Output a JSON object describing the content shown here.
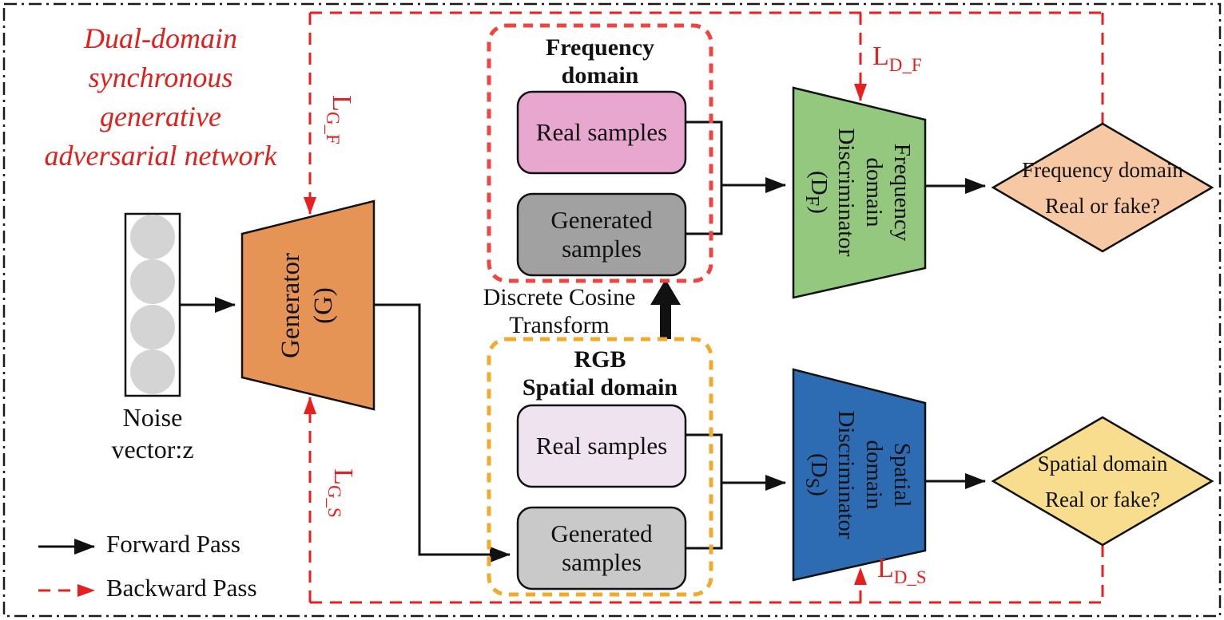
{
  "title": {
    "lines": [
      "Dual-domain",
      "synchronous",
      "generative",
      "adversarial network"
    ]
  },
  "noise": {
    "line1": "Noise",
    "line2": "vector:z"
  },
  "generator": {
    "line1": "Generator",
    "line2": "(G)"
  },
  "dct": {
    "line1": "Discrete Cosine",
    "line2": "Transform"
  },
  "freq_group": {
    "title_line1": "Frequency",
    "title_line2": "domain",
    "real_label": "Real samples",
    "generated_line1": "Generated",
    "generated_line2": "samples"
  },
  "spatial_group": {
    "title_line1": "RGB",
    "title_line2": "Spatial domain",
    "real_label": "Real samples",
    "generated_line1": "Generated",
    "generated_line2": "samples"
  },
  "disc_f": {
    "line1": "Frequency",
    "line2": "domain",
    "line3": "Discriminator",
    "line4_pre": "(D",
    "line4_sub": "F",
    "line4_post": ")"
  },
  "disc_s": {
    "line1": "Spatial",
    "line2": "domain",
    "line3": "Discriminator",
    "line4_pre": "(D",
    "line4_sub": "S",
    "line4_post": ")"
  },
  "diamond_f": {
    "line1": "Frequency domain",
    "line2": "Real or fake?"
  },
  "diamond_s": {
    "line1": "Spatial domain",
    "line2": "Real or fake?"
  },
  "losses": {
    "lgf": {
      "main": "L",
      "sub": "G_F"
    },
    "lgs": {
      "main": "L",
      "sub": "G_S"
    },
    "ldf": {
      "main": "L",
      "sub": "D_F"
    },
    "lds": {
      "main": "L",
      "sub": "D_S"
    }
  },
  "legend": {
    "forward": "Forward Pass",
    "backward": "Backward Pass"
  },
  "colors": {
    "title_red": "#e0201c",
    "backward_red": "#e71f1f",
    "freq_group_border": "#ef4440",
    "spatial_group_border": "#f0ab2d",
    "generator": "#e69455",
    "disc_frequency": "#94c87e",
    "disc_spatial": "#2d6cb3",
    "diamond_frequency": "#f6c8a3",
    "diamond_spatial": "#f7dd8d",
    "freq_real_box": "#e8a7ce",
    "freq_generated_box": "#a1a1a1",
    "spatial_real_box": "#efe3f0",
    "spatial_generated_box": "#c9c9c9",
    "noise_circle": "#d4d4d4",
    "line_black": "#111111"
  }
}
